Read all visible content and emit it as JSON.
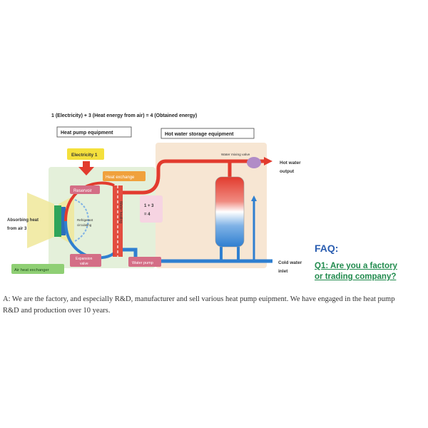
{
  "diagram": {
    "equation": "1 (Electricity) + 3 (Heat energy from air) = 4 (Obtained energy)",
    "heat_pump_label": "Heat pump equipment",
    "storage_label": "Hot water storage equipment",
    "electricity": "Electricity 1",
    "heat_exchange": "Heat exchange",
    "reservoir": "Reservoir",
    "refrigerant_line1": "Refrigerant",
    "refrigerant_line2": "circulating",
    "expansion_line1": "Expansion",
    "expansion_line2": "valve",
    "water_heating": "Water heating",
    "sum_line1": "1 + 3",
    "sum_line2": "= 4",
    "water_mixing_valve": "Water mixing valve",
    "hot_water_line1": "Hot water",
    "hot_water_line2": "output",
    "absorbing_line1": "Absorbing heat",
    "absorbing_line2": "from air 3",
    "air_exchanger": "Air heat exchanger",
    "water_pump": "Water pump",
    "cold_water_line1": "Cold water",
    "cold_water_line2": "inlet",
    "colors": {
      "hot": "#e23b2e",
      "cold": "#2f7fd0",
      "box_green": "#e4f0da",
      "box_tan": "#f7e6d3",
      "label_yellow": "#f4e03c",
      "label_orange": "#f0a13c",
      "label_pink": "#d46e86"
    }
  },
  "faq": {
    "title": "FAQ:",
    "question": "Q1: Are you a factory or trading company?",
    "answer": "A: We are the factory, and especially R&D, manufacturer and sell various heat pump euipment. We have engaged in the heat pump R&D and production over 10 years."
  }
}
